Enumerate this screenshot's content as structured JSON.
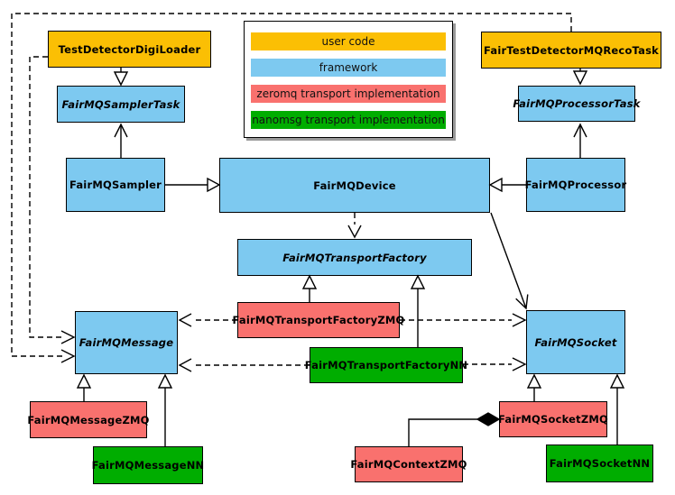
{
  "diagram": {
    "kind": "UML class diagram",
    "legend": {
      "items": [
        {
          "label": "user code",
          "color": "#FBBF04"
        },
        {
          "label": "framework",
          "color": "#7DC9F0"
        },
        {
          "label": "zeromq transport implementation",
          "color": "#F9716E"
        },
        {
          "label": "nanomsg transport implementation",
          "color": "#00AD00"
        }
      ]
    },
    "nodes": {
      "test_detector_digi_loader": {
        "label": "TestDetectorDigiLoader",
        "layer": "user code",
        "abstract": false
      },
      "fair_test_detector_mq_reco_task": {
        "label": "FairTestDetectorMQRecoTask",
        "layer": "user code",
        "abstract": false
      },
      "fair_mq_sampler_task": {
        "label": "FairMQSamplerTask",
        "layer": "framework",
        "abstract": true
      },
      "fair_mq_processor_task": {
        "label": "FairMQProcessorTask",
        "layer": "framework",
        "abstract": true
      },
      "fair_mq_sampler": {
        "label": "FairMQSampler",
        "layer": "framework",
        "abstract": false
      },
      "fair_mq_device": {
        "label": "FairMQDevice",
        "layer": "framework",
        "abstract": false
      },
      "fair_mq_processor": {
        "label": "FairMQProcessor",
        "layer": "framework",
        "abstract": false
      },
      "fair_mq_transport_factory": {
        "label": "FairMQTransportFactory",
        "layer": "framework",
        "abstract": true
      },
      "fair_mq_transport_factory_zmq": {
        "label": "FairMQTransportFactoryZMQ",
        "layer": "zeromq transport implementation",
        "abstract": false
      },
      "fair_mq_transport_factory_nn": {
        "label": "FairMQTransportFactoryNN",
        "layer": "nanomsg transport implementation",
        "abstract": false
      },
      "fair_mq_message": {
        "label": "FairMQMessage",
        "layer": "framework",
        "abstract": true
      },
      "fair_mq_socket": {
        "label": "FairMQSocket",
        "layer": "framework",
        "abstract": true
      },
      "fair_mq_message_zmq": {
        "label": "FairMQMessageZMQ",
        "layer": "zeromq transport implementation",
        "abstract": false
      },
      "fair_mq_message_nn": {
        "label": "FairMQMessageNN",
        "layer": "nanomsg transport implementation",
        "abstract": false
      },
      "fair_mq_socket_zmq": {
        "label": "FairMQSocketZMQ",
        "layer": "zeromq transport implementation",
        "abstract": false
      },
      "fair_mq_socket_nn": {
        "label": "FairMQSocketNN",
        "layer": "nanomsg transport implementation",
        "abstract": false
      },
      "fair_mq_context_zmq": {
        "label": "FairMQContextZMQ",
        "layer": "zeromq transport implementation",
        "abstract": false
      }
    },
    "edges": [
      {
        "from": "TestDetectorDigiLoader",
        "to": "FairMQSamplerTask",
        "type": "inheritance",
        "line": "solid"
      },
      {
        "from": "FairTestDetectorMQRecoTask",
        "to": "FairMQProcessorTask",
        "type": "inheritance",
        "line": "solid"
      },
      {
        "from": "FairMQSampler",
        "to": "FairMQSamplerTask",
        "type": "association",
        "line": "solid"
      },
      {
        "from": "FairMQProcessor",
        "to": "FairMQProcessorTask",
        "type": "association",
        "line": "solid"
      },
      {
        "from": "FairMQSampler",
        "to": "FairMQDevice",
        "type": "inheritance",
        "line": "solid"
      },
      {
        "from": "FairMQProcessor",
        "to": "FairMQDevice",
        "type": "inheritance",
        "line": "solid"
      },
      {
        "from": "FairMQDevice",
        "to": "FairMQTransportFactory",
        "type": "dependency",
        "line": "dashed"
      },
      {
        "from": "FairMQDevice",
        "to": "FairMQSocket",
        "type": "association",
        "line": "solid"
      },
      {
        "from": "FairMQTransportFactoryZMQ",
        "to": "FairMQTransportFactory",
        "type": "inheritance",
        "line": "solid"
      },
      {
        "from": "FairMQTransportFactoryNN",
        "to": "FairMQTransportFactory",
        "type": "inheritance",
        "line": "solid"
      },
      {
        "from": "FairMQTransportFactoryZMQ",
        "to": "FairMQMessage",
        "type": "dependency",
        "line": "dashed"
      },
      {
        "from": "FairMQTransportFactoryZMQ",
        "to": "FairMQSocket",
        "type": "dependency",
        "line": "dashed"
      },
      {
        "from": "FairMQTransportFactoryNN",
        "to": "FairMQMessage",
        "type": "dependency",
        "line": "dashed"
      },
      {
        "from": "FairMQTransportFactoryNN",
        "to": "FairMQSocket",
        "type": "dependency",
        "line": "dashed"
      },
      {
        "from": "TestDetectorDigiLoader",
        "to": "FairMQMessage",
        "type": "dependency",
        "line": "dashed"
      },
      {
        "from": "FairTestDetectorMQRecoTask",
        "to": "FairMQMessage",
        "type": "dependency",
        "line": "dashed"
      },
      {
        "from": "FairMQMessageZMQ",
        "to": "FairMQMessage",
        "type": "inheritance",
        "line": "solid"
      },
      {
        "from": "FairMQMessageNN",
        "to": "FairMQMessage",
        "type": "inheritance",
        "line": "solid"
      },
      {
        "from": "FairMQSocketZMQ",
        "to": "FairMQSocket",
        "type": "inheritance",
        "line": "solid"
      },
      {
        "from": "FairMQSocketNN",
        "to": "FairMQSocket",
        "type": "inheritance",
        "line": "solid"
      },
      {
        "from": "FairMQContextZMQ",
        "to": "FairMQSocketZMQ",
        "type": "composition",
        "line": "solid"
      }
    ]
  }
}
